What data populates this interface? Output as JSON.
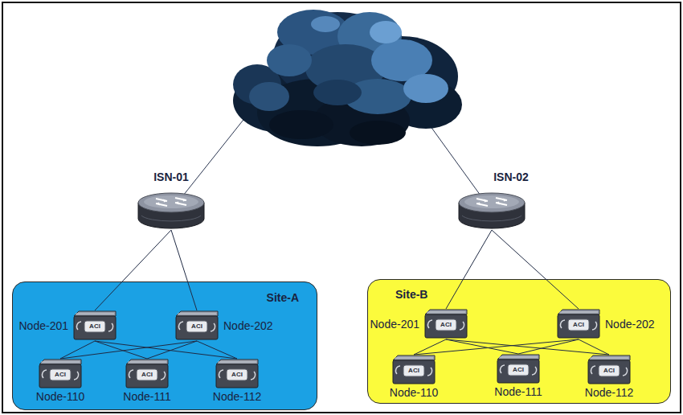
{
  "diagram": {
    "nodes": [
      {
        "text": [
          "ISN-01"
        ]
      },
      {
        "text": [
          "ISN-02"
        ]
      },
      {
        "text": [
          "Site-A"
        ]
      },
      {
        "text": [
          "Node-201",
          "ACI"
        ],
        "in": 2
      },
      {
        "text": [
          "Node-202",
          "ACI"
        ],
        "in": 2
      },
      {
        "text": [
          "Node-110",
          "ACI"
        ],
        "in": 2
      },
      {
        "text": [
          "Node-111",
          "ACI"
        ],
        "in": 2
      },
      {
        "text": [
          "Node-112",
          "ACI"
        ],
        "in": 2
      },
      {
        "text": [
          "Site-B"
        ]
      },
      {
        "text": [
          "Node-201",
          "ACI"
        ],
        "in": 8
      },
      {
        "text": [
          "Node-202",
          "ACI"
        ],
        "in": 8
      },
      {
        "text": [
          "Node-110",
          "ACI"
        ],
        "in": 8
      },
      {
        "text": [
          "Node-111",
          "ACI"
        ],
        "in": 8
      },
      {
        "text": [
          "Node-112",
          "ACI"
        ],
        "in": 8
      }
    ],
    "edges": [
      {
        "from": 0,
        "to": 3,
        "arrow": "none"
      },
      {
        "from": 0,
        "to": 4,
        "arrow": "none"
      },
      {
        "from": 3,
        "to": 5,
        "arrow": "none"
      },
      {
        "from": 3,
        "to": 6,
        "arrow": "none"
      },
      {
        "from": 3,
        "to": 7,
        "arrow": "none"
      },
      {
        "from": 4,
        "to": 5,
        "arrow": "none"
      },
      {
        "from": 4,
        "to": 6,
        "arrow": "none"
      },
      {
        "from": 4,
        "to": 7,
        "arrow": "none"
      },
      {
        "from": 1,
        "to": 9,
        "arrow": "none"
      },
      {
        "from": 1,
        "to": 10,
        "arrow": "none"
      },
      {
        "from": 9,
        "to": 11,
        "arrow": "none"
      },
      {
        "from": 9,
        "to": 12,
        "arrow": "none"
      },
      {
        "from": 9,
        "to": 13,
        "arrow": "none"
      },
      {
        "from": 10,
        "to": 11,
        "arrow": "none"
      },
      {
        "from": 10,
        "to": 12,
        "arrow": "none"
      },
      {
        "from": 10,
        "to": 13,
        "arrow": "none"
      }
    ]
  }
}
